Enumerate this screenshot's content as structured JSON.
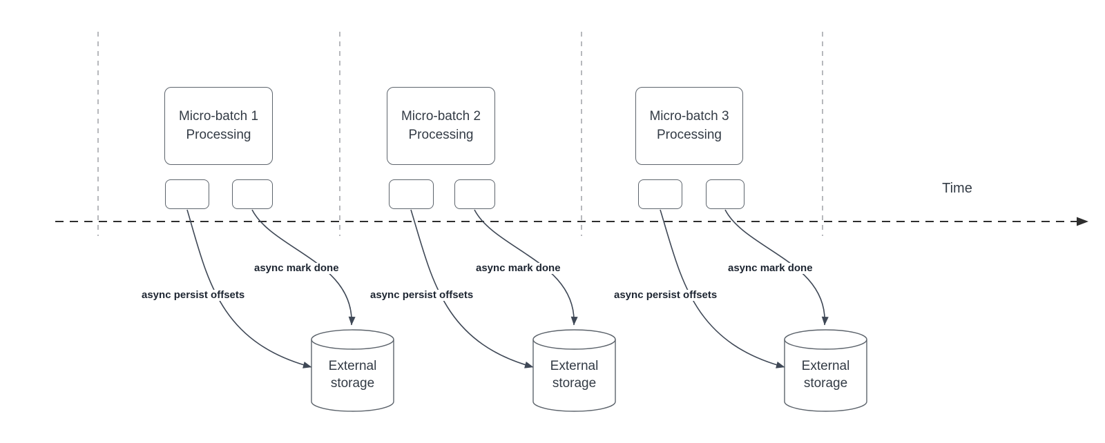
{
  "colors": {
    "background": "#ffffff",
    "shape_stroke": "#5c636b",
    "edge_stroke": "#3f4856",
    "timeline_stroke": "#2e2e2e",
    "guide_stroke": "#a5a7ab",
    "shape_text": "#333b45",
    "edge_label_text": "#1d2531"
  },
  "timeline": {
    "label": "Time"
  },
  "groups": [
    {
      "id": "micro-batch-1",
      "box_label": "Micro-batch 1 Processing",
      "persist_label": "async persist offsets",
      "done_label": "async mark done",
      "storage_label": "External storage"
    },
    {
      "id": "micro-batch-2",
      "box_label": "Micro-batch 2 Processing",
      "persist_label": "async persist offsets",
      "done_label": "async mark done",
      "storage_label": "External storage"
    },
    {
      "id": "micro-batch-3",
      "box_label": "Micro-batch 3 Processing",
      "persist_label": "async persist offsets",
      "done_label": "async mark done",
      "storage_label": "External storage"
    }
  ]
}
